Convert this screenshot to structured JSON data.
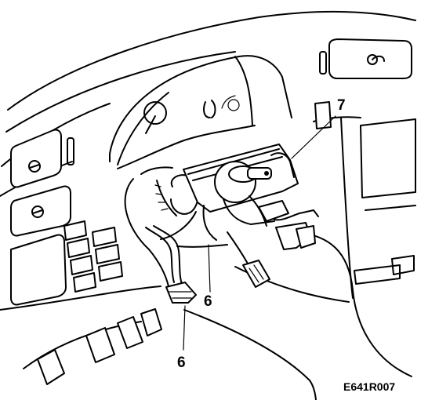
{
  "callouts": {
    "label_7": "7",
    "label_6_upper": "6",
    "label_6_lower": "6"
  },
  "figure_id": "E641R007",
  "colors": {
    "ink": "#000000",
    "paper": "#ffffff"
  }
}
